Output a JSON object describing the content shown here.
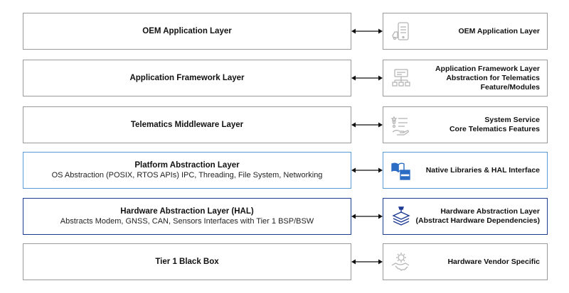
{
  "rows": [
    {
      "left_title": "OEM Application Layer",
      "left_sub": "",
      "right_lines": [
        "OEM Application Layer"
      ],
      "icon": "mobile-phone-icon"
    },
    {
      "left_title": "Application Framework Layer",
      "left_sub": "",
      "right_lines": [
        "Application Framework Layer",
        "Abstraction for Telematics",
        "Feature/Modules"
      ],
      "icon": "hierarchy-icon"
    },
    {
      "left_title": "Telematics Middleware Layer",
      "left_sub": "",
      "right_lines": [
        "System Service",
        "Core Telematics Features"
      ],
      "icon": "service-list-hand-icon"
    },
    {
      "left_title": "Platform Abstraction Layer",
      "left_sub": "OS Abstraction (POSIX, RTOS APIs) IPC, Threading, File System, Networking",
      "right_lines": [
        "Native Libraries & HAL Interface"
      ],
      "icon": "library-server-icon"
    },
    {
      "left_title": "Hardware Abstraction Layer (HAL)",
      "left_sub": "Abstracts Modem, GNSS, CAN, Sensors Interfaces with Tier 1 BSP/BSW",
      "right_lines": [
        "Hardware Abstraction Layer",
        "(Abstract Hardware Dependencies)"
      ],
      "icon": "layers-icon"
    },
    {
      "left_title": "Tier 1 Black Box",
      "left_sub": "",
      "right_lines": [
        "Hardware Vendor Specific"
      ],
      "icon": "handshake-gear-icon"
    }
  ],
  "colors": {
    "gray": "#9a9a9a",
    "light_blue": "#5b9bd5",
    "navy": "#1f3a93",
    "icon_gray": "#b5b5b5",
    "icon_blue": "#2b6cc4"
  }
}
